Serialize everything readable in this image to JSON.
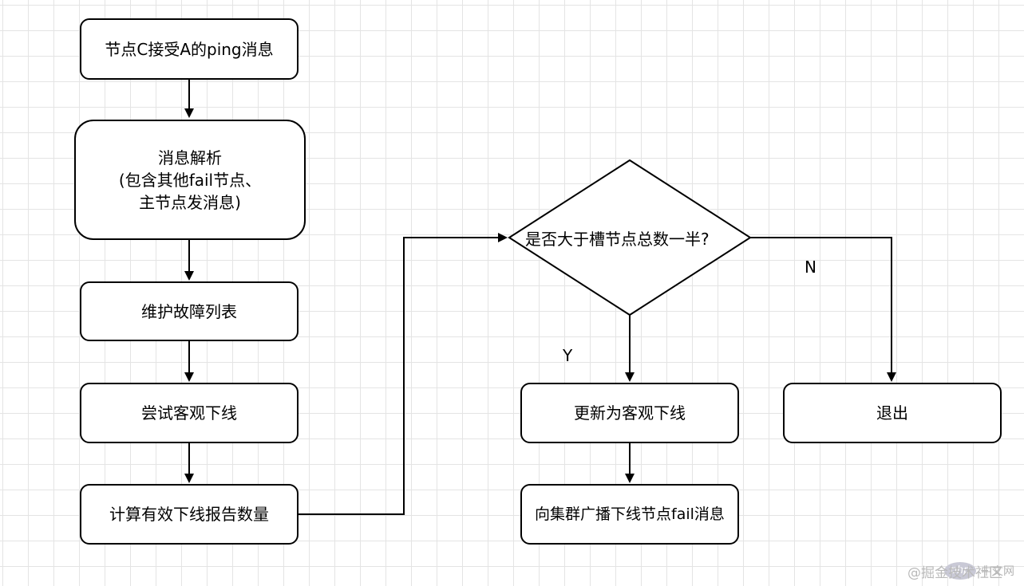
{
  "nodes": {
    "receive_ping": "节点C接受A的ping消息",
    "parse_line1": "消息解析",
    "parse_line2": "(包含其他fail节点、",
    "parse_line3": "主节点发消息)",
    "maintain_fault_list": "维护故障列表",
    "try_objective_down": "尝试客观下线",
    "count_reports": "计算有效下线报告数量",
    "decision": "是否大于槽节点总数一半?",
    "update_objective_down": "更新为客观下线",
    "broadcast_fail": "向集群广播下线节点fail消息",
    "exit": "退出"
  },
  "edge_labels": {
    "yes": "Y",
    "no": "N"
  },
  "watermark": {
    "logo_text": "php",
    "site_text": "中文网",
    "handle": "@掘金技术社区"
  },
  "colors": {
    "stroke": "#000000",
    "grid": "#e4e4e4",
    "background": "#ffffff"
  }
}
